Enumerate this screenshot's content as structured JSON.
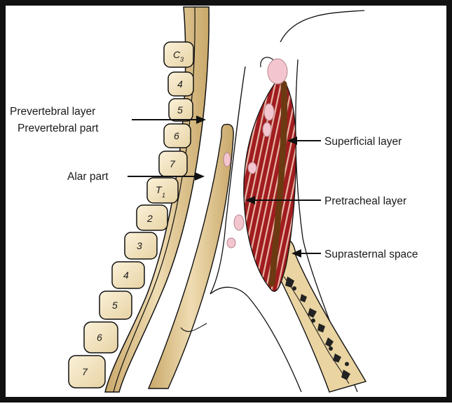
{
  "vertebrae": [
    {
      "num": "C",
      "sub": "3"
    },
    {
      "num": "4",
      "sub": ""
    },
    {
      "num": "5",
      "sub": ""
    },
    {
      "num": "6",
      "sub": ""
    },
    {
      "num": "7",
      "sub": ""
    },
    {
      "num": "T",
      "sub": "1"
    },
    {
      "num": "2",
      "sub": ""
    },
    {
      "num": "3",
      "sub": ""
    },
    {
      "num": "4",
      "sub": ""
    },
    {
      "num": "5",
      "sub": ""
    },
    {
      "num": "6",
      "sub": ""
    },
    {
      "num": "7",
      "sub": ""
    }
  ],
  "labels": {
    "prevertebral_layer": "Prevertebral layer",
    "prevertebral_part": "Prevertebral part",
    "alar_part": "Alar part",
    "superficial_layer": "Superficial layer",
    "pretracheal_layer": "Pretracheal layer",
    "suprasternal_space": "Suprasternal space"
  },
  "colors": {
    "bone_fill": "#f3e6c8",
    "fascia": "#d9c18f",
    "muscle": "#9b1b1b",
    "tendon": "#6b3a12",
    "node": "#f3c6cf",
    "outline": "#111111"
  }
}
